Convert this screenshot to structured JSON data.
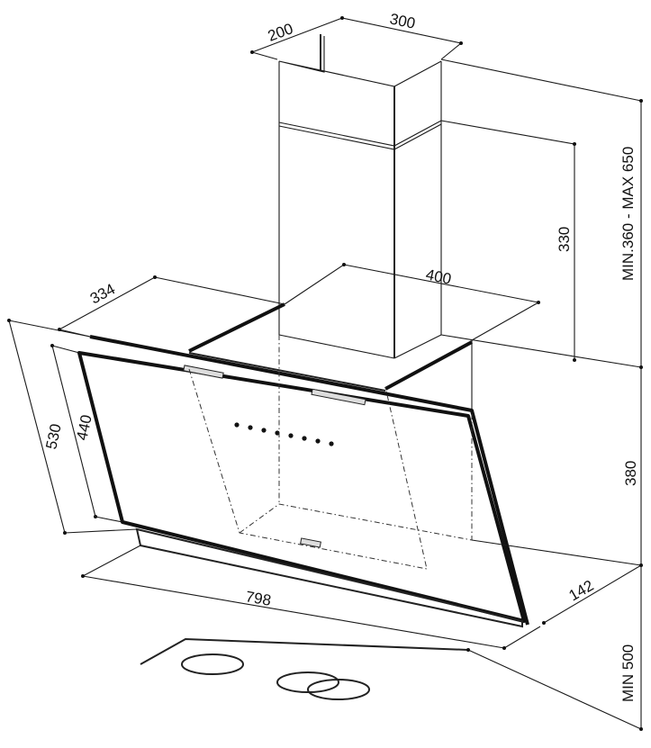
{
  "dimensions": {
    "chimney_depth": "200",
    "chimney_width": "300",
    "chimney_height_range": "MIN.360 - MAX 650",
    "chimney_upper": "330",
    "body_width_top": "400",
    "body_depth_top": "334",
    "body_height_outer": "530",
    "body_height_inner": "440",
    "body_height_side": "380",
    "body_width": "798",
    "body_depth_bottom": "142",
    "min_clearance": "MIN 500"
  },
  "colors": {
    "line": "#1a1a1a",
    "background": "#ffffff"
  }
}
